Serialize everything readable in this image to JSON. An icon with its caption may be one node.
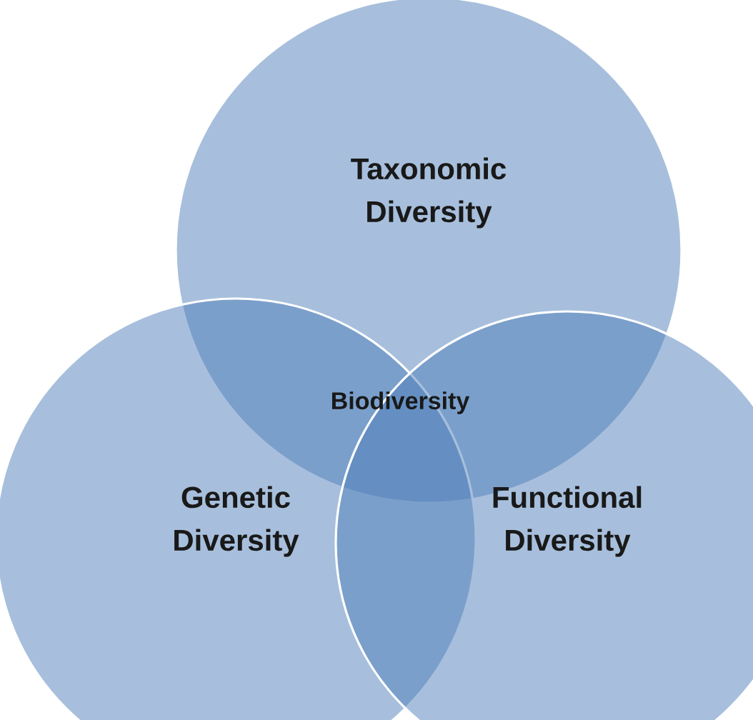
{
  "diagram": {
    "nodes": [
      {
        "text": [
          "Taxonomic Diversity"
        ]
      },
      {
        "text": [
          "Genetic Diversity"
        ]
      },
      {
        "text": [
          "Functional Diversity"
        ]
      },
      {
        "text": [
          "Biodiversity"
        ]
      }
    ]
  }
}
